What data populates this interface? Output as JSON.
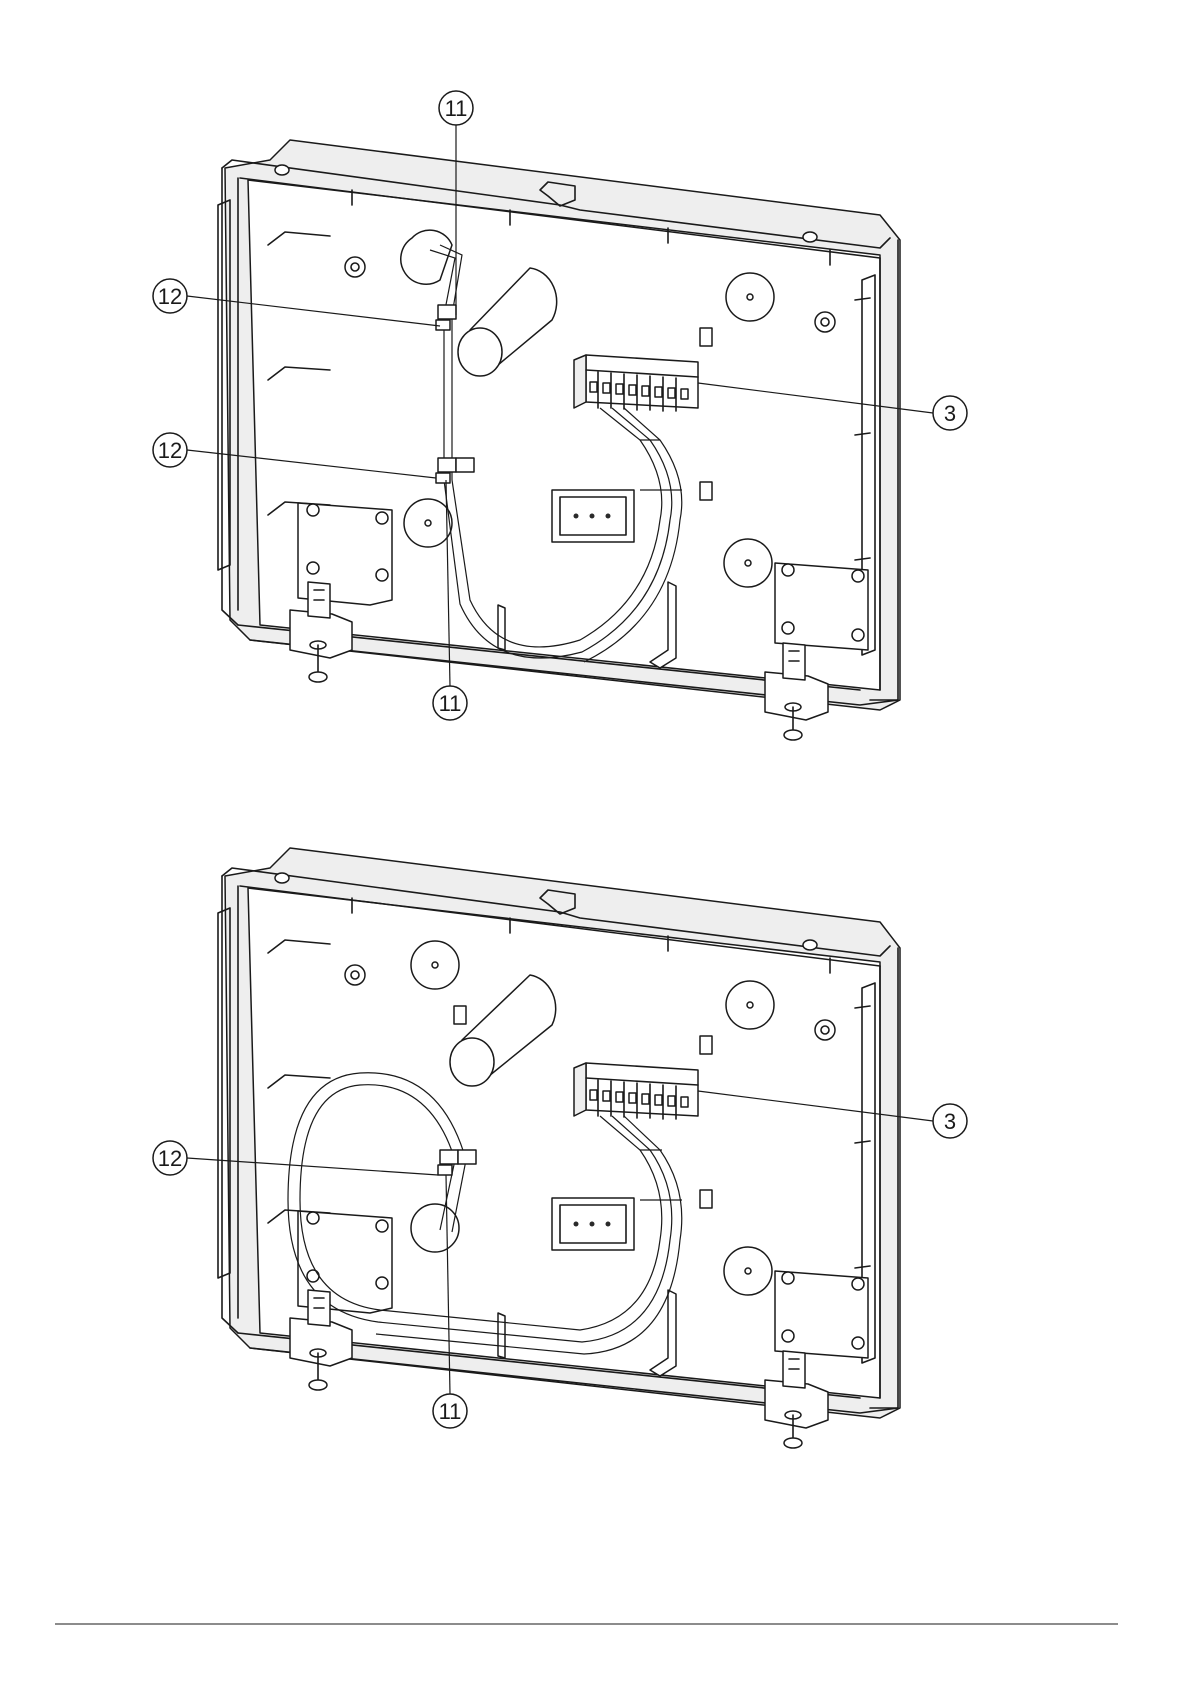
{
  "figures": [
    {
      "id": "top",
      "callouts": {
        "c11a": "11",
        "c12a": "12",
        "c12b": "12",
        "c3": "3",
        "c11b": "11"
      }
    },
    {
      "id": "bottom",
      "callouts": {
        "c12a": "12",
        "c3": "3",
        "c11a": "11"
      }
    }
  ]
}
